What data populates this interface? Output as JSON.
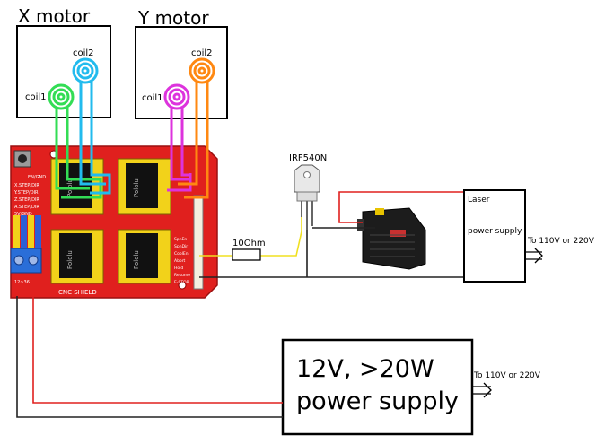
{
  "motors": {
    "x": {
      "title": "X motor",
      "coil1": "coil1",
      "coil2": "coil2"
    },
    "y": {
      "title": "Y motor",
      "coil1": "coil1",
      "coil2": "coil2"
    }
  },
  "shield": {
    "name": "CNC SHIELD",
    "pin_labels": [
      "EN/GND",
      "X.STEP/DIR",
      "Y.STEP/DIR",
      "Z.STEP/DIR",
      "A.STEP/DIR",
      "5V/GND"
    ],
    "power_label": "12~36",
    "side_labels": [
      "SpnEn",
      "SpnDir",
      "CoolEn",
      "Abort",
      "Hold",
      "Resume",
      "E-STOP"
    ],
    "driver_chips": [
      "Pololu",
      "Pololu",
      "Pololu",
      "Pololu"
    ]
  },
  "transistor": {
    "label": "IRF540N"
  },
  "resistor": {
    "label": "10Ohm"
  },
  "laser_supply": {
    "line1": "Laser",
    "line2": "power supply",
    "mains": "To 110V or 220V"
  },
  "main_supply": {
    "line1": "12V, >20W",
    "line2": "power supply",
    "mains": "To 110V or 220V"
  },
  "colors": {
    "board": "#e0201e",
    "wire_red": "#e0201e",
    "wire_black": "#222222",
    "wire_yellow": "#f0e020",
    "coil_green": "#33dd55",
    "coil_cyan": "#22bbee",
    "coil_magenta": "#dd33dd",
    "coil_orange": "#ff8811"
  }
}
